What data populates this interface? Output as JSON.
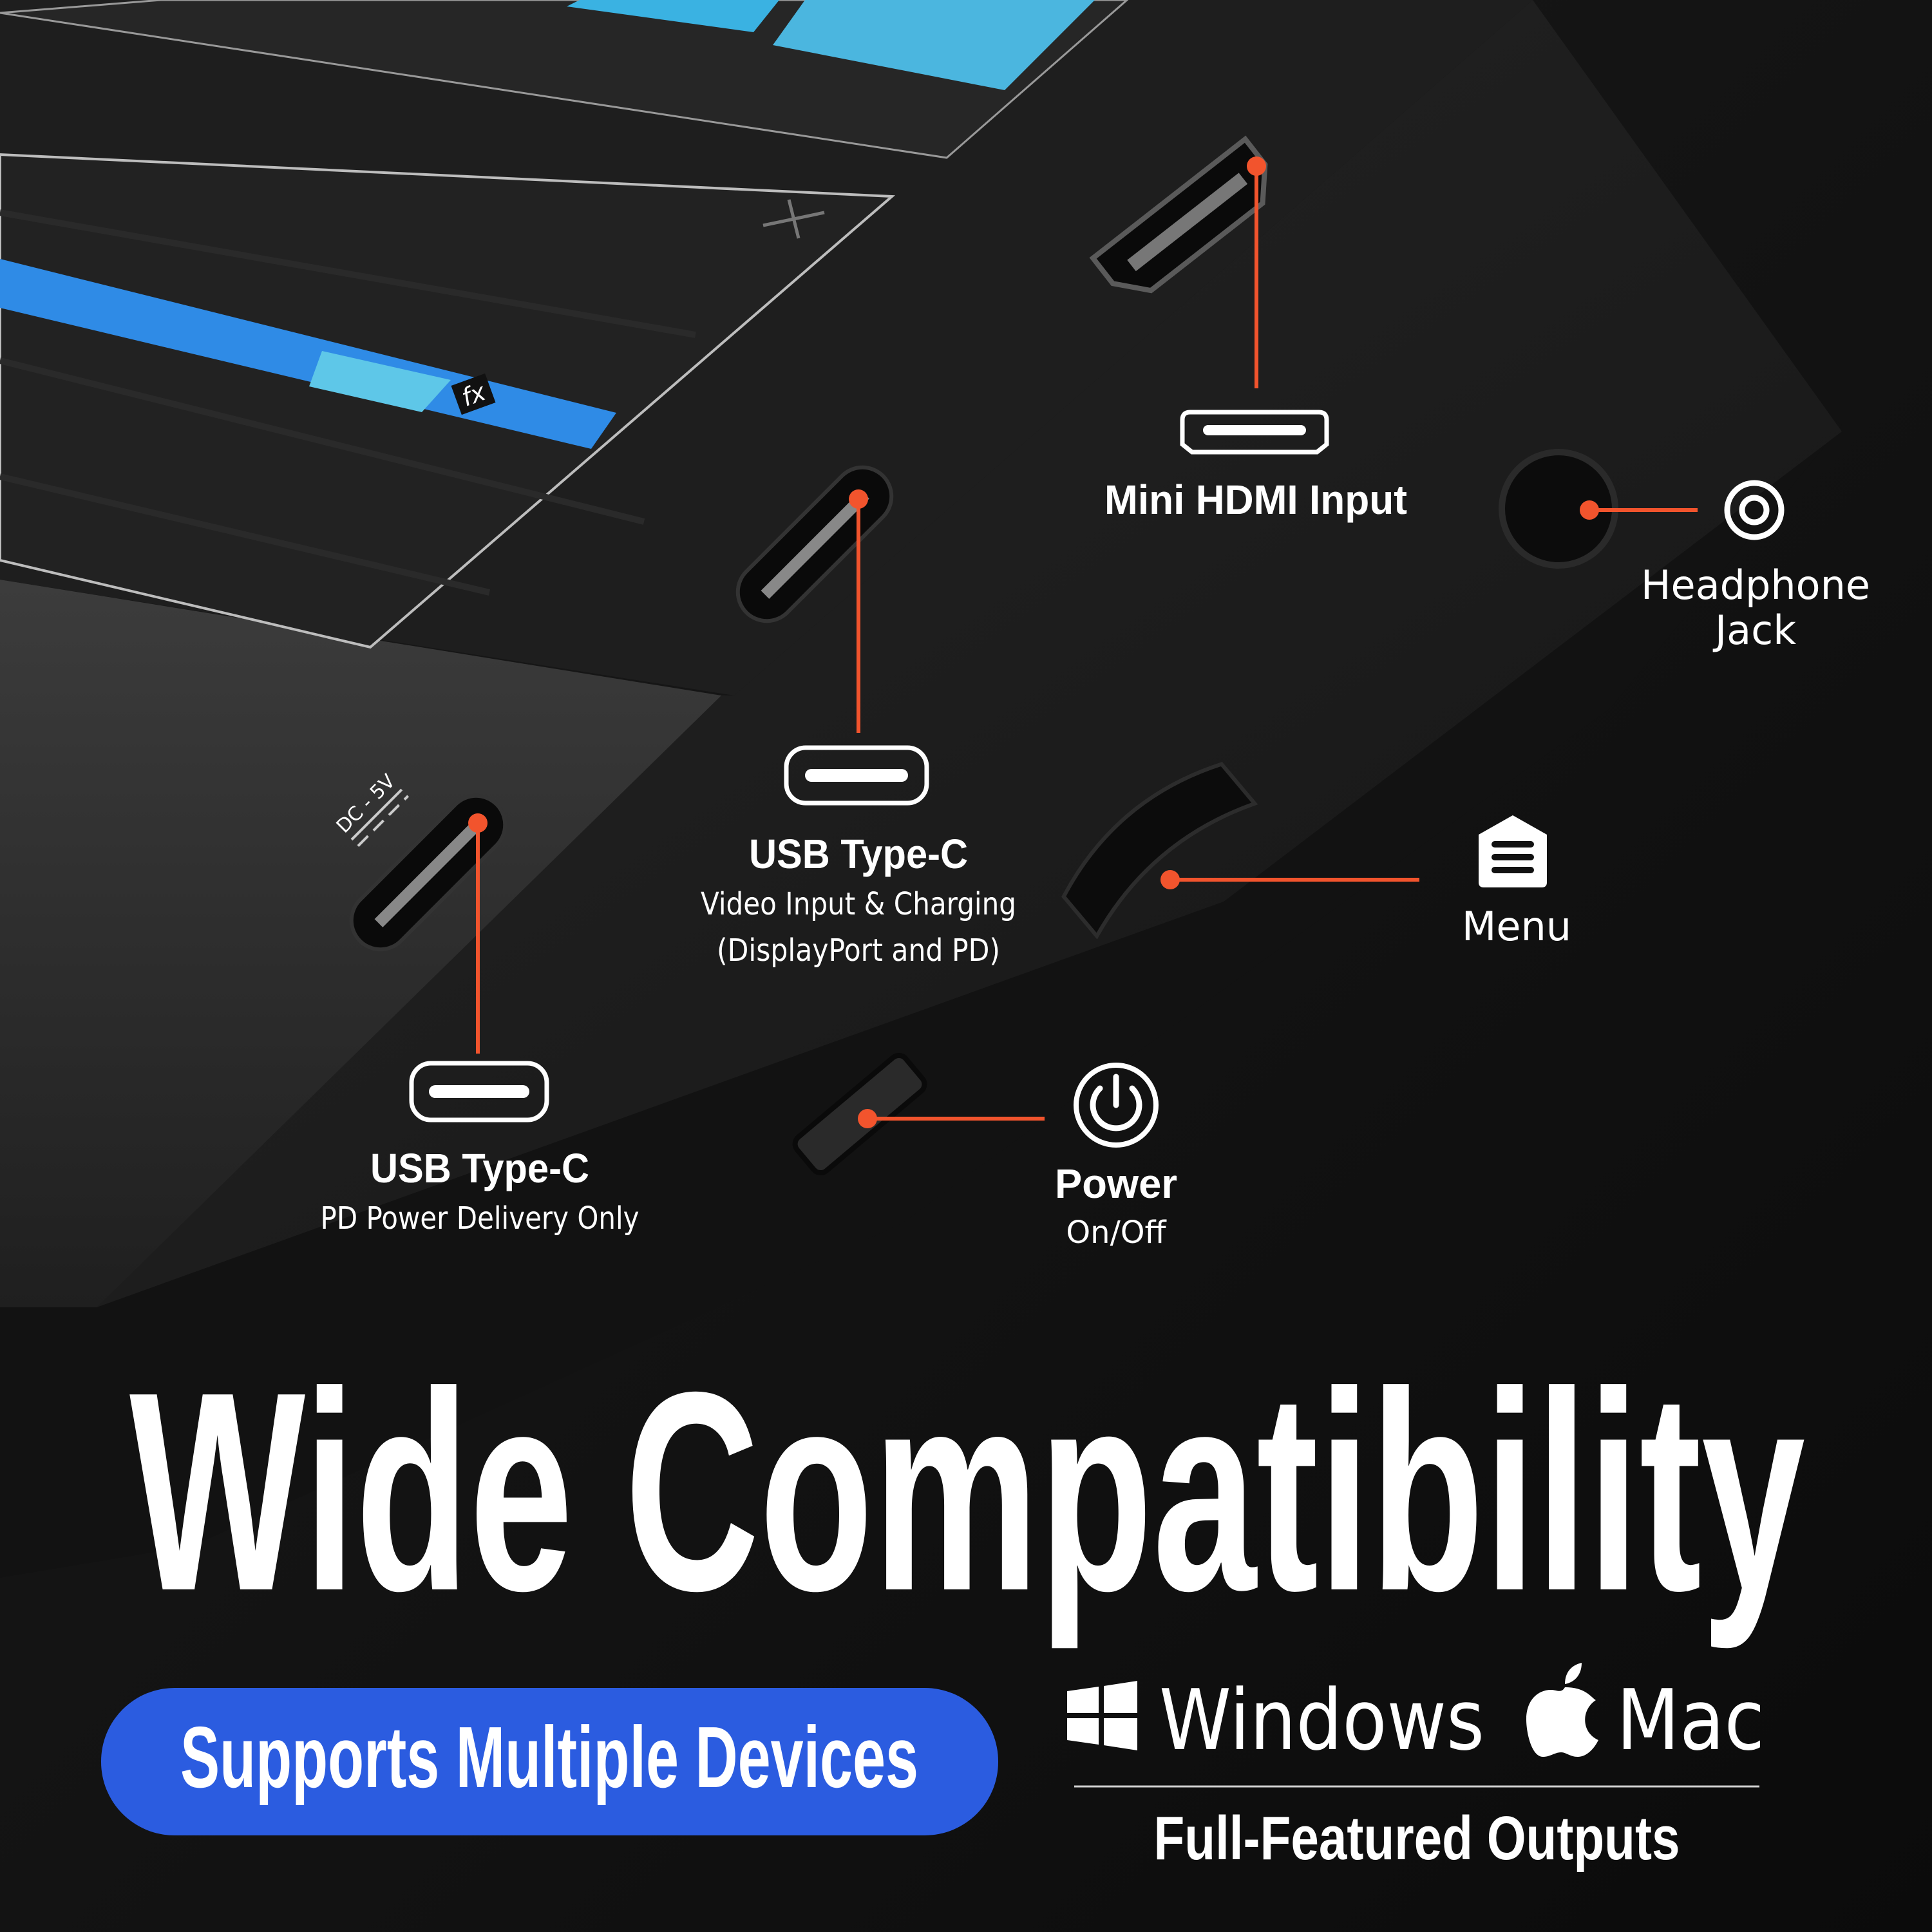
{
  "colors": {
    "accent": "#f2542d",
    "pill": "#2b5ce0",
    "screen_blue": "#2f8be6"
  },
  "screen": {
    "fx_label": "fx",
    "dc_label": "DC - 5V"
  },
  "ports": {
    "hdmi": {
      "title": "Mini HDMI Input",
      "icon": "mini-hdmi-icon"
    },
    "headphone": {
      "line1": "Headphone",
      "line2": "Jack",
      "icon": "headphone-jack-icon"
    },
    "usbc_video": {
      "title": "USB Type-C",
      "line1": "Video Input & Charging",
      "line2": "(DisplayPort and PD)",
      "icon": "usb-c-icon"
    },
    "usbc_power": {
      "title": "USB Type-C",
      "line1": "PD Power Delivery Only",
      "icon": "usb-c-icon"
    },
    "menu": {
      "title": "Menu",
      "icon": "menu-icon"
    },
    "power": {
      "title": "Power",
      "line1": "On/Off",
      "icon": "power-icon"
    }
  },
  "headline": "Wide Compatibility",
  "pill_label": "Supports Multiple Devices",
  "os": {
    "windows": "Windows",
    "mac": "Mac"
  },
  "footer": "Full-Featured Outputs"
}
